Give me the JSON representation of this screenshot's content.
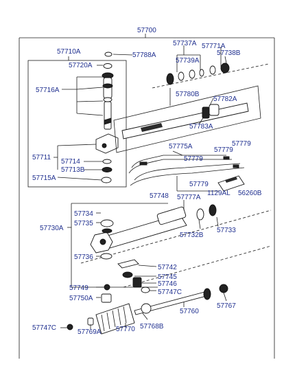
{
  "labels": {
    "l57700": "57700",
    "l57710A": "57710A",
    "l57788A": "57788A",
    "l57720A": "57720A",
    "l57716A": "57716A",
    "l57711": "57711",
    "l57714": "57714",
    "l57713B": "57713B",
    "l57715A": "57715A",
    "l57737A": "57737A",
    "l57771A": "57771A",
    "l57739A": "57739A",
    "l57738B": "57738B",
    "l57780B": "57780B",
    "l57782A": "57782A",
    "l57783A": "57783A",
    "l57775A": "57775A",
    "l57779a": "57779",
    "l57779b": "57779",
    "l57779c": "57779",
    "l57779d": "57779",
    "l1129AL": "1129AL",
    "l56260B": "56260B",
    "l57777A": "57777A",
    "l57748": "57748",
    "l57734": "57734",
    "l57735": "57735",
    "l57730A": "57730A",
    "l57732B": "57732B",
    "l57733": "57733",
    "l57736": "57736",
    "l57742": "57742",
    "l57745": "57745",
    "l57746": "57746",
    "l57747C": "57747C",
    "l57749": "57749",
    "l57750A": "57750A",
    "l57760": "57760",
    "l57767": "57767",
    "l57747Cb": "57747C",
    "l57769A": "57769A",
    "l57770": "57770",
    "l57768B": "57768B"
  },
  "colors": {
    "label": "#1f2f8f",
    "line": "#1a1a1a"
  }
}
